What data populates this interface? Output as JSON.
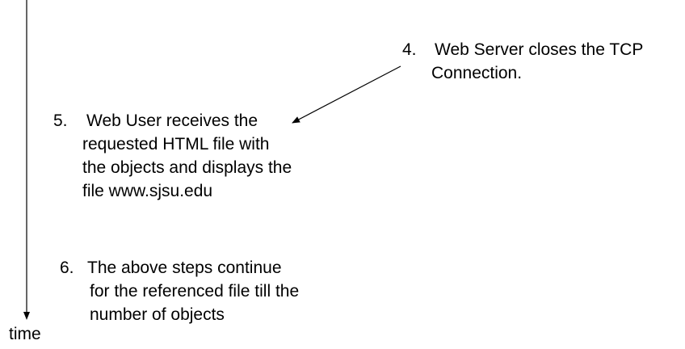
{
  "timeline": {
    "axis_label": "time"
  },
  "steps": [
    {
      "number": "4.",
      "lines": [
        "Web Server closes the TCP",
        "Connection."
      ]
    },
    {
      "number": "5.",
      "lines": [
        "Web User receives the",
        "requested HTML file with",
        "the objects and displays the",
        "file www.sjsu.edu"
      ]
    },
    {
      "number": "6.",
      "lines": [
        "The above steps continue",
        "for the referenced file till the",
        "number of objects"
      ]
    }
  ]
}
